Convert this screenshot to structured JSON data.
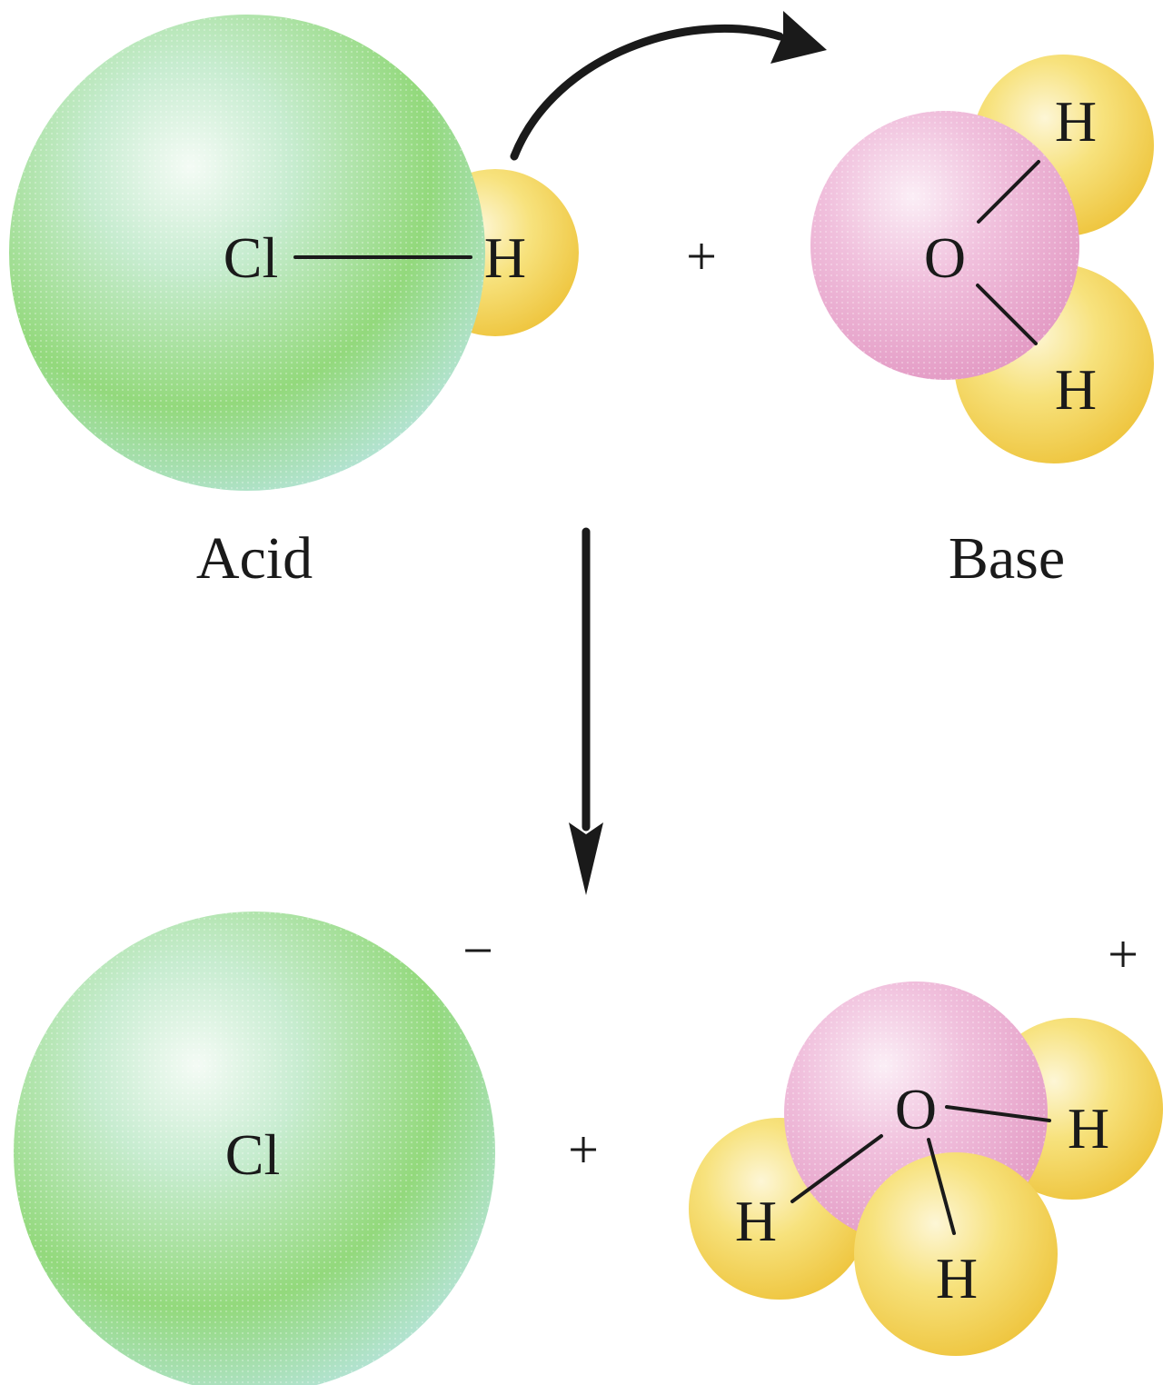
{
  "reactants": {
    "acid": {
      "caption": "Acid",
      "chlorine_label": "Cl",
      "hydrogen_label": "H"
    },
    "plus": "+",
    "base": {
      "caption": "Base",
      "oxygen_label": "O",
      "hydrogen_top_label": "H",
      "hydrogen_bottom_label": "H"
    }
  },
  "products": {
    "chloride": {
      "chlorine_label": "Cl",
      "charge": "−"
    },
    "plus": "+",
    "hydronium": {
      "oxygen_label": "O",
      "hydrogen_right_label": "H",
      "hydrogen_left_label": "H",
      "hydrogen_bottom_label": "H",
      "charge": "+"
    }
  },
  "colors": {
    "chlorine": "#8ed66f",
    "hydrogen": "#f2d24a",
    "oxygen": "#e9a3c9",
    "ink": "#1a1a1a"
  }
}
